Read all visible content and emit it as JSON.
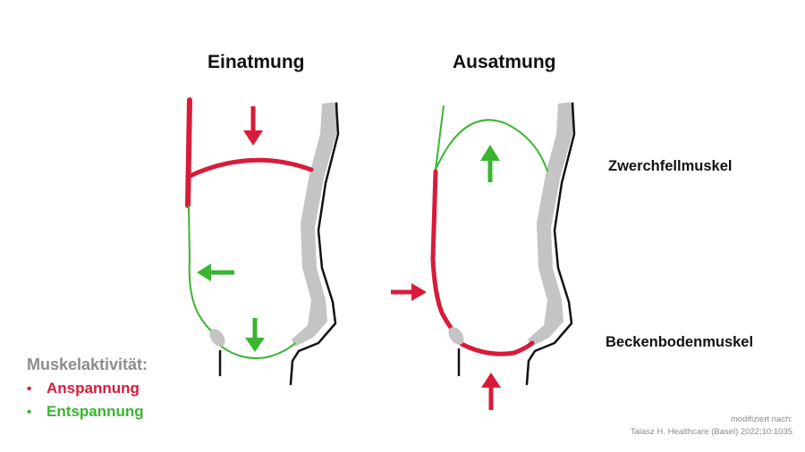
{
  "titles": {
    "inhale": "Einatmung",
    "exhale": "Ausatmung"
  },
  "labels": {
    "diaphragm": "Zwerchfellmuskel",
    "pelvic_floor": "Beckenbodenmuskel"
  },
  "legend": {
    "title": "Muskelaktivität:",
    "items": [
      {
        "label": "Anspannung",
        "color": "#d81b3a"
      },
      {
        "label": "Entspannung",
        "color": "#39b52f"
      }
    ]
  },
  "source": {
    "line1": "modifiziert nach:",
    "line2": "Talasz H. Healthcare (Basel) 2022;10:1035"
  },
  "colors": {
    "tension": "#d81b3a",
    "relaxation": "#39b52f",
    "spine": "#c4c4c4",
    "outline": "#111111"
  }
}
